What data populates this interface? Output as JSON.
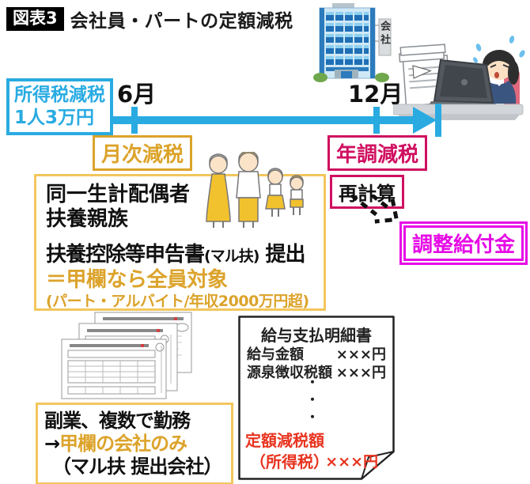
{
  "colors": {
    "blue": "#29ABE2",
    "gold": "#DCA32B",
    "gold_light": "#F2C65C",
    "crimson": "#D01060",
    "magenta": "#E609E6",
    "red": "#E8331F"
  },
  "header": {
    "badge": "図表3",
    "title": "会社員・パートの定額減税"
  },
  "income_box": {
    "line1": "所得税減税",
    "line2": "1人3万円"
  },
  "timeline": {
    "june": "6月",
    "december": "12月",
    "monthly": "月次減税",
    "yearend": "年調減税"
  },
  "building": {
    "sign": "会社"
  },
  "eligibility": {
    "line1": "同一生計配偶者",
    "line2": "扶養親族",
    "form_main": "扶養控除等申告書",
    "form_small": "(マル扶)",
    "form_tail": " 提出",
    "highlight": "＝甲欄なら全員対象",
    "note": "(パート・アルバイト/年収2000万円超)"
  },
  "recalc": {
    "label": "再計算"
  },
  "adjustment": {
    "label": "調整給付金"
  },
  "sidejob": {
    "line1": "副業、複数で勤務",
    "arrow": "→",
    "highlight": "甲欄の会社のみ",
    "line3": "（マル扶 提出会社）"
  },
  "payslip": {
    "title": "給与支払明細書",
    "rows": [
      {
        "label": "給与金額",
        "value": "×××円"
      },
      {
        "label": "源泉徴収税額",
        "value": "×××円"
      }
    ],
    "dot": "・",
    "deduction_label": "定額減税額",
    "deduction_sub": "（所得税）",
    "deduction_value": "×××円"
  }
}
